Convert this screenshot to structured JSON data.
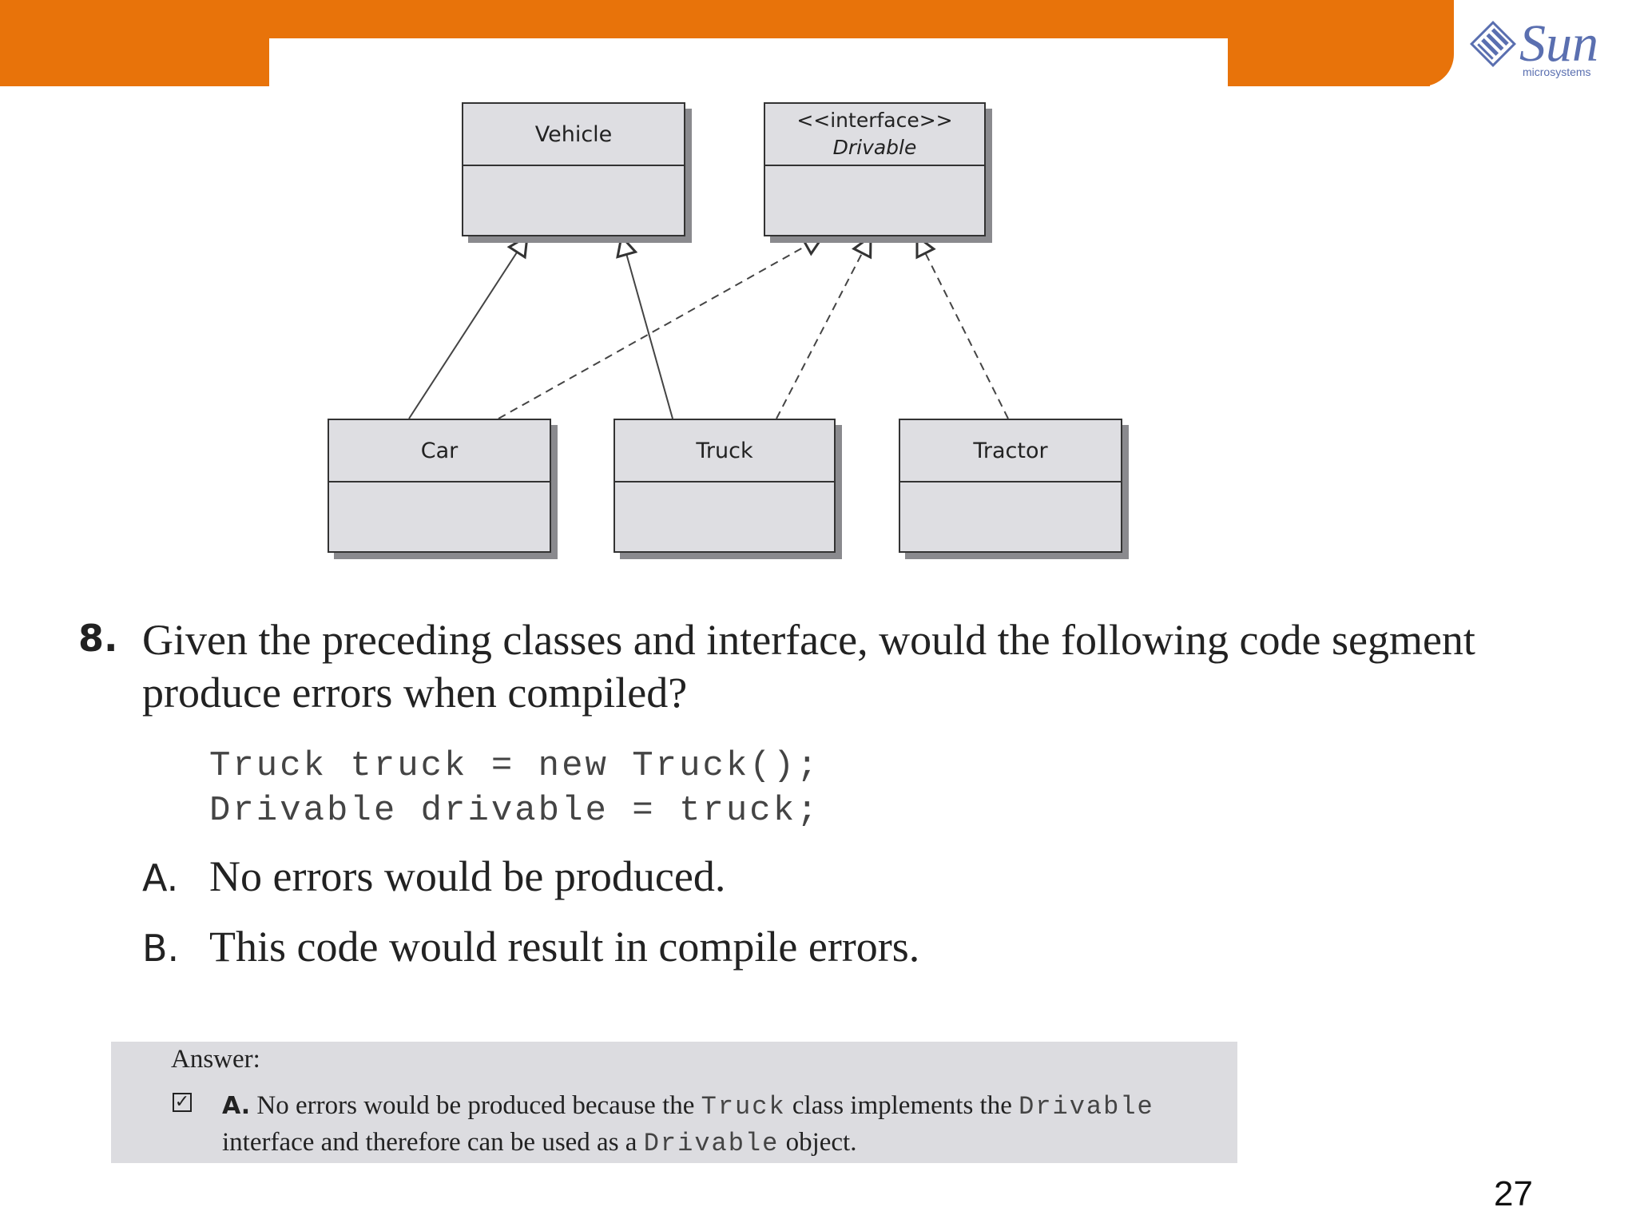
{
  "logo": {
    "word": "Sun",
    "subtitle": "microsystems"
  },
  "diagram": {
    "vehicle": "Vehicle",
    "interface_stereotype": "<<interface>>",
    "interface_name": "Drivable",
    "car": "Car",
    "truck": "Truck",
    "tractor": "Tractor"
  },
  "question": {
    "number": "8.",
    "text": "Given the preceding classes and interface, would the following code segment produce errors when compiled?",
    "code_line_1": "Truck truck = new Truck();",
    "code_line_2": "Drivable drivable = truck;",
    "option_a_letter": "A.",
    "option_a_text": "No errors would be produced.",
    "option_b_letter": "B.",
    "option_b_text": "This code would result in compile errors."
  },
  "answer": {
    "label": "Answer:",
    "checkmark": "✓",
    "lead": "A.",
    "part1": " No errors would be produced because the ",
    "code1": "Truck",
    "part2": " class implements the ",
    "code2": "Drivable",
    "part3": " interface and therefore can be used as a ",
    "code3": "Drivable",
    "part4": " object."
  },
  "page_number": "27"
}
